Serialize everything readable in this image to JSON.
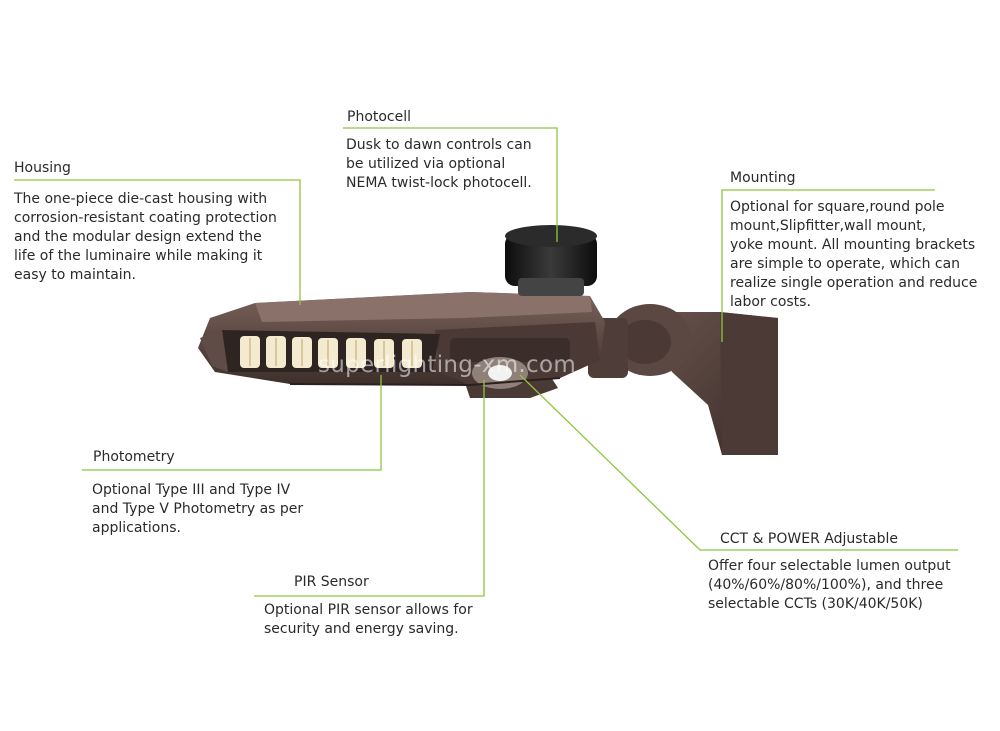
{
  "watermark": "superlighting-xm.com",
  "colors": {
    "leader": "#8dc63f",
    "housing": "#5a4540",
    "housing_dark": "#3a2c28",
    "led": "#f4ead0",
    "photocell": "#1b1b1b"
  },
  "callouts": {
    "housing": {
      "title": "Housing",
      "lines": [
        "The one-piece die-cast housing with",
        "corrosion-resistant coating protection",
        "and the modular design extend the",
        "life of the luminaire while making it",
        "easy to maintain."
      ]
    },
    "photocell": {
      "title": "Photocell",
      "lines": [
        "Dusk to dawn controls can",
        "be utilized via optional",
        "NEMA twist-lock photocell."
      ]
    },
    "mounting": {
      "title": "Mounting",
      "lines": [
        "Optional for square,round pole",
        "mount,Slipfitter,wall mount,",
        "yoke mount. All mounting brackets",
        "are simple to operate, which can",
        "realize single operation and reduce",
        "labor costs."
      ]
    },
    "photometry": {
      "title": "Photometry",
      "lines": [
        "Optional Type III and Type IV",
        "and Type V Photometry as per",
        "applications."
      ]
    },
    "pir": {
      "title": "PIR Sensor",
      "lines": [
        "Optional PIR sensor allows for",
        "security and energy saving."
      ]
    },
    "cct": {
      "title": "CCT & POWER Adjustable",
      "lines": [
        "Offer four selectable lumen output",
        "(40%/60%/80%/100%), and three",
        "selectable CCTs (30K/40K/50K)"
      ]
    }
  }
}
